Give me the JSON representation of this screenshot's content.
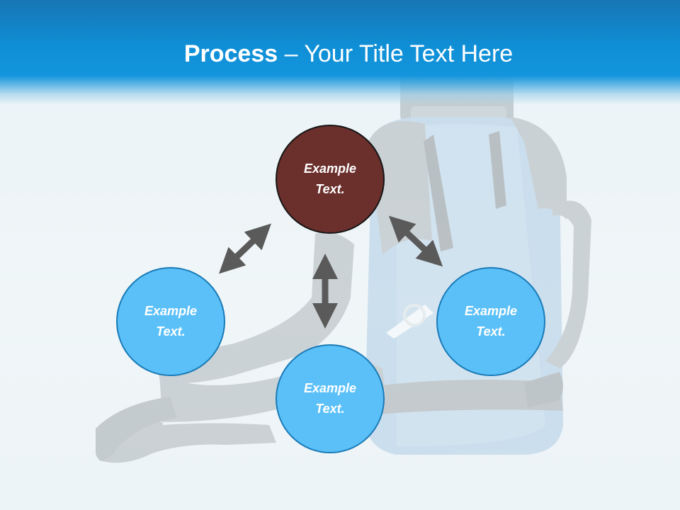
{
  "header": {
    "title_bold": "Process",
    "title_rest": " – Your Title Text Here"
  },
  "diagram": {
    "nodes": [
      {
        "id": "top",
        "label": "Example Text."
      },
      {
        "id": "left",
        "label": "Example Text."
      },
      {
        "id": "right",
        "label": "Example Text."
      },
      {
        "id": "bottom",
        "label": "Example Text."
      }
    ]
  },
  "colors": {
    "header_blue": "#0f8fd6",
    "node_top_fill": "#6b2f2c",
    "node_fill": "#5bc0f8",
    "node_border": "#1a7bb7",
    "arrow": "#5a5a5a"
  }
}
